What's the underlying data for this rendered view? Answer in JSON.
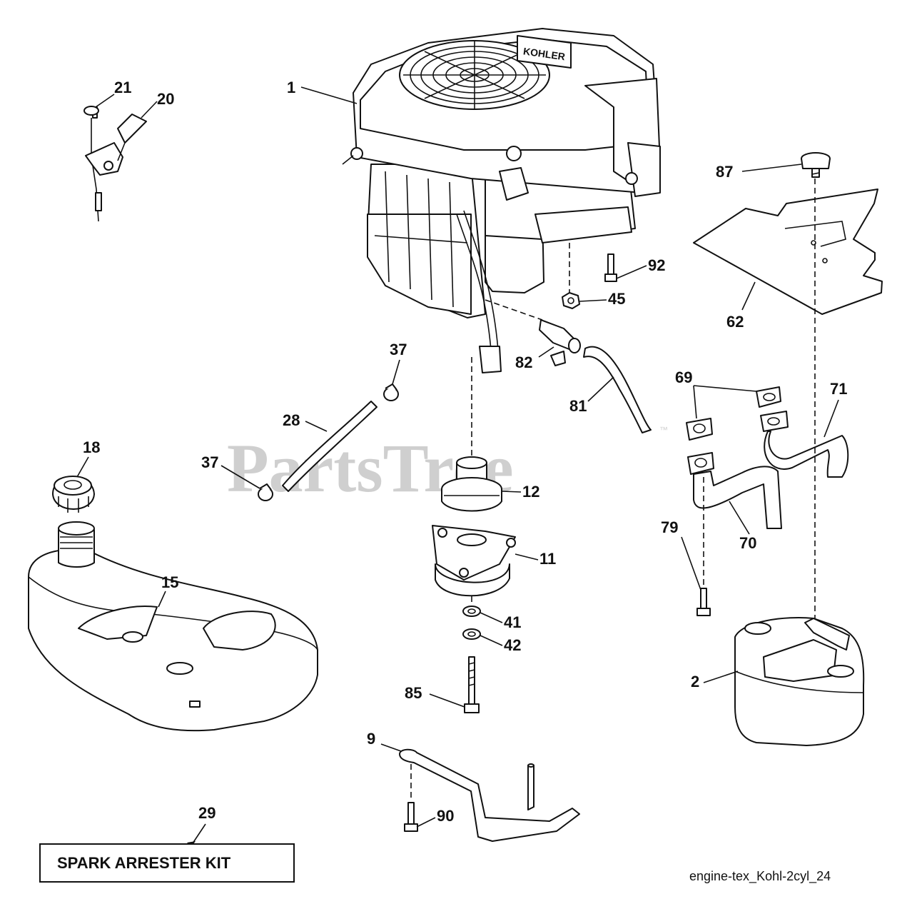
{
  "diagram": {
    "watermark": "PartsTree",
    "watermark_tm": "™",
    "spark_arrester_label": "SPARK ARRESTER KIT",
    "filename": "engine-tex_Kohl-2cyl_24",
    "engine_brand": "KOHLER",
    "callouts": {
      "c1": "1",
      "c2": "2",
      "c9": "9",
      "c11": "11",
      "c12": "12",
      "c15": "15",
      "c18": "18",
      "c20": "20",
      "c21": "21",
      "c28": "28",
      "c29": "29",
      "c37a": "37",
      "c37b": "37",
      "c41": "41",
      "c42": "42",
      "c45": "45",
      "c62": "62",
      "c69": "69",
      "c70": "70",
      "c71": "71",
      "c79": "79",
      "c81": "81",
      "c82": "82",
      "c85": "85",
      "c87": "87",
      "c90": "90",
      "c92": "92"
    }
  }
}
